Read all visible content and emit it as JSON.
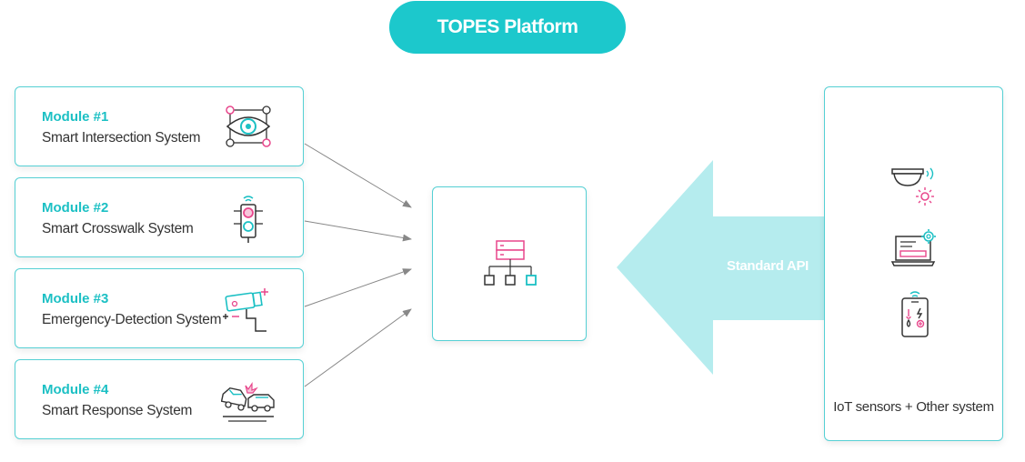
{
  "platform": {
    "title": "TOPES Platform"
  },
  "modules": [
    {
      "number": "Module #1",
      "name": "Smart Intersection System",
      "icon": "eye-camera-icon"
    },
    {
      "number": "Module #2",
      "name": "Smart Crosswalk System",
      "icon": "traffic-light-icon"
    },
    {
      "number": "Module #3",
      "name": "Emergency-Detection System",
      "icon": "emergency-camera-icon"
    },
    {
      "number": "Module #4",
      "name": "Smart Response System",
      "icon": "car-crash-icon"
    }
  ],
  "center": {
    "icon": "network-hierarchy-icon"
  },
  "api": {
    "label": "Standard API"
  },
  "right": {
    "caption": "IoT sensors + Other system",
    "icons": [
      "dome-sensor-icon",
      "laptop-gear-icon",
      "smartphone-sensor-icon"
    ]
  },
  "colors": {
    "accent": "#1cc8cc",
    "pink": "#e8478c",
    "arrow": "#b5ecee",
    "border": "#55d0d4"
  }
}
